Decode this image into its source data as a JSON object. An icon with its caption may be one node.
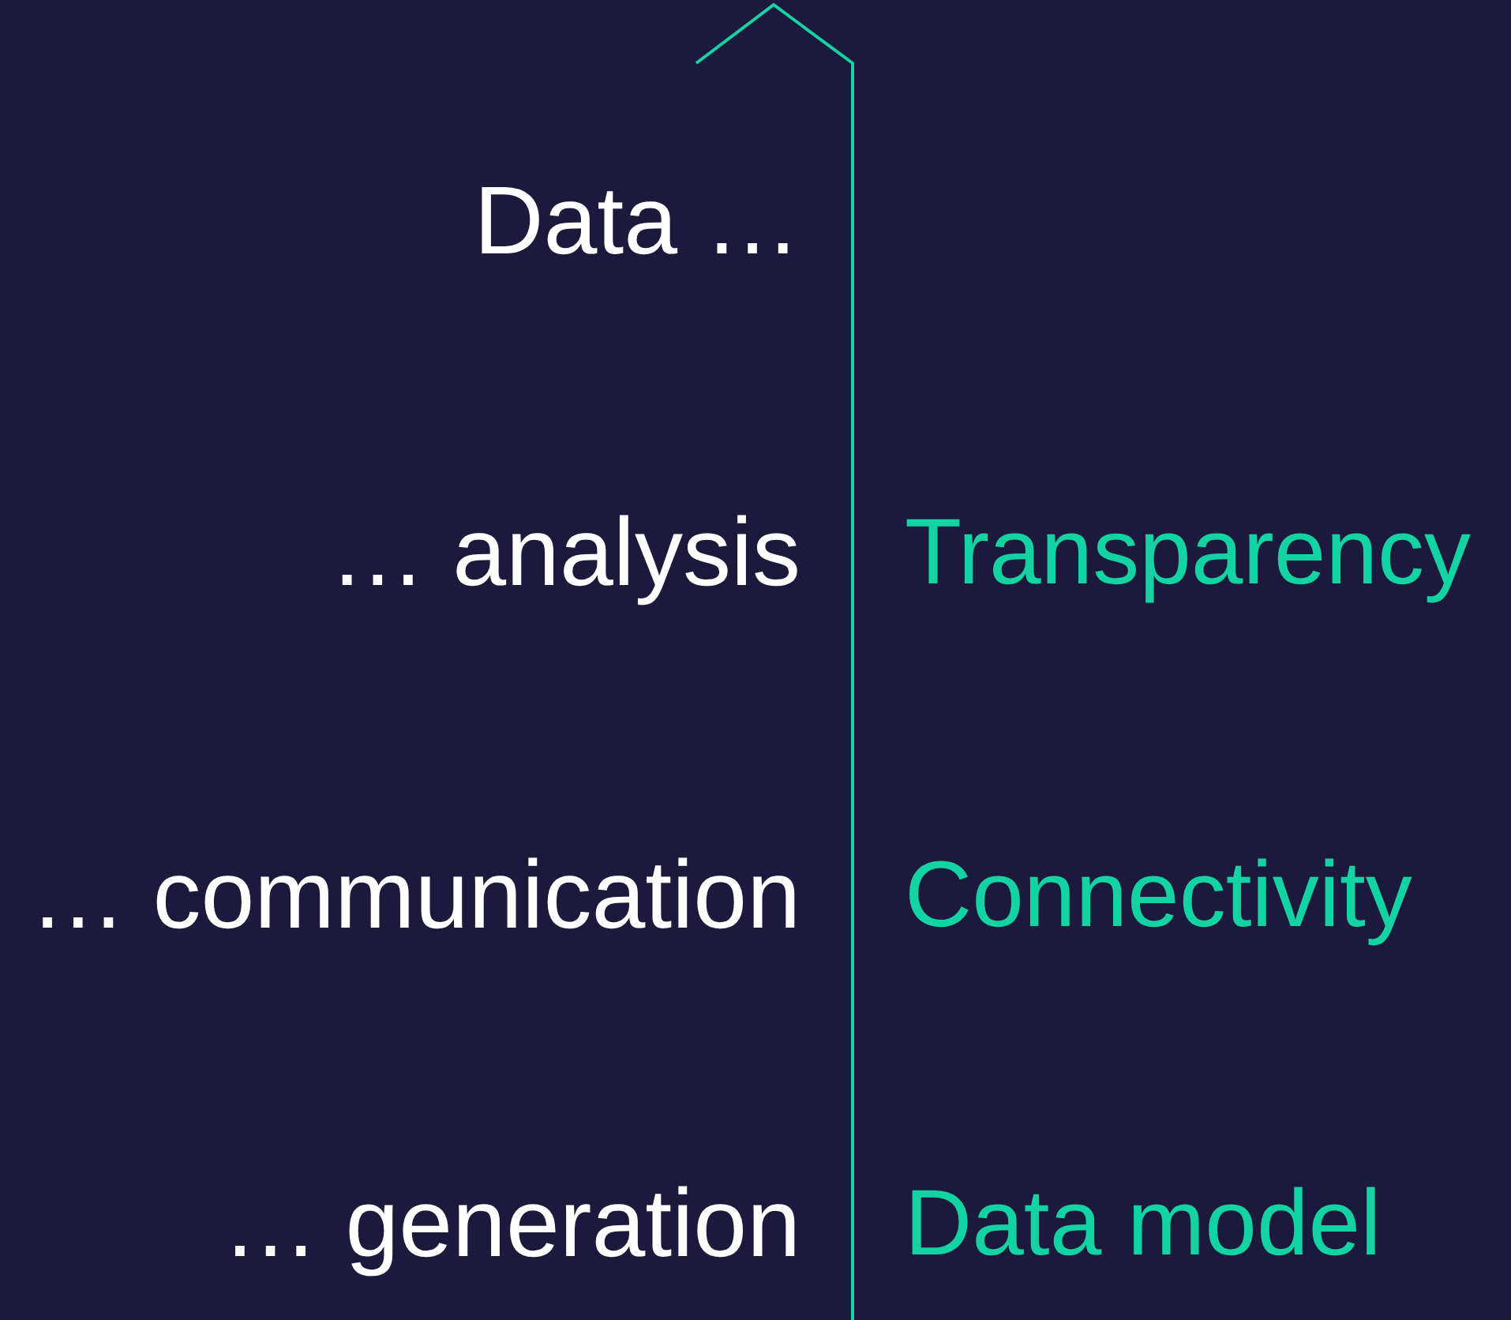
{
  "diagram": {
    "labels": [
      "Data …",
      "… analysis",
      "Transparency",
      "… communication",
      "Connectivity",
      "… generation",
      "Data model"
    ]
  }
}
